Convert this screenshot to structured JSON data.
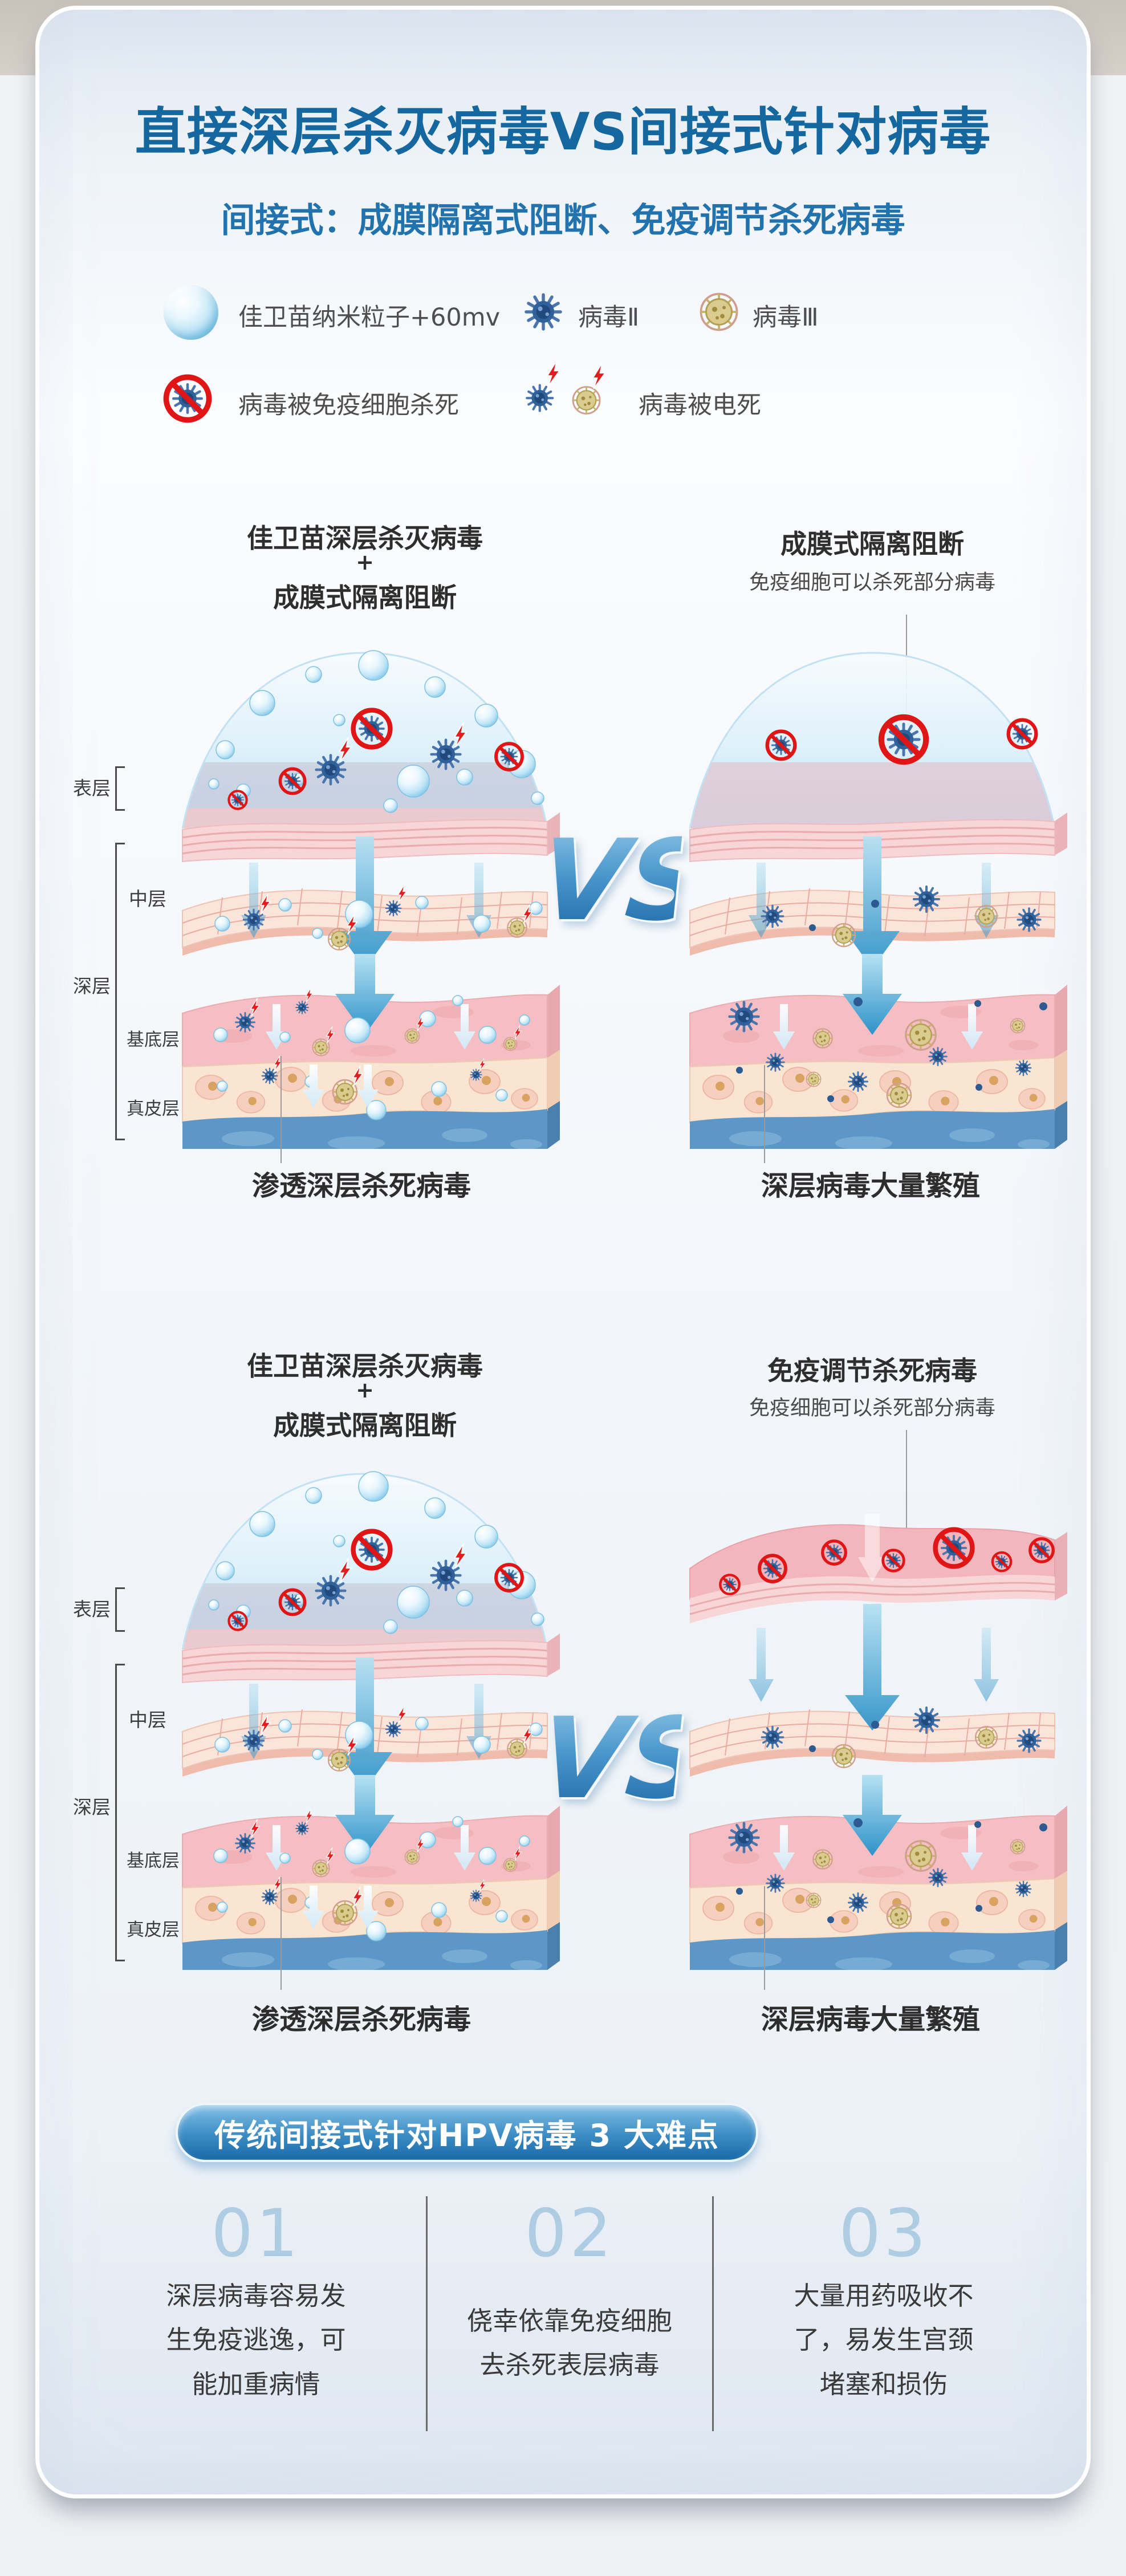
{
  "page": {
    "title": "直接深层杀灭病毒VS间接式针对病毒",
    "subtitle": "间接式：成膜隔离式阻断、免疫调节杀死病毒"
  },
  "legend": {
    "items": [
      {
        "icon": "nanoparticle-bubble-icon",
        "label": "佳卫苗纳米粒子+60mv"
      },
      {
        "icon": "virus-type2-icon",
        "label": "病毒Ⅱ"
      },
      {
        "icon": "virus-type3-icon",
        "label": "病毒Ⅲ"
      },
      {
        "icon": "virus-killed-by-immune-cell-icon",
        "label": "病毒被免疫细胞杀死"
      },
      {
        "icon": "virus-electrocuted-icon",
        "label": "病毒被电死"
      }
    ]
  },
  "skin_layers": {
    "surface": "表层",
    "middle": "中层",
    "deep": "深层",
    "basal": "基底层",
    "dermis": "真皮层"
  },
  "sections": [
    {
      "left_title_line1": "佳卫苗深层杀灭病毒",
      "left_plus": "+",
      "left_title_line2": "成膜式隔离阻断",
      "left_caption": "渗透深层杀死病毒",
      "vs": "VS",
      "right_title": "成膜式隔离阻断",
      "right_subtitle": "免疫细胞可以杀死部分病毒",
      "right_caption": "深层病毒大量繁殖"
    },
    {
      "left_title_line1": "佳卫苗深层杀灭病毒",
      "left_plus": "+",
      "left_title_line2": "成膜式隔离阻断",
      "left_caption": "渗透深层杀死病毒",
      "vs": "VS",
      "right_title": "免疫调节杀死病毒",
      "right_subtitle": "免疫细胞可以杀死部分病毒",
      "right_caption": "深层病毒大量繁殖"
    }
  ],
  "difficulties": {
    "heading": "传统间接式针对HPV病毒 3 大难点",
    "items": [
      {
        "number": "01",
        "lines": [
          "深层病毒容易发",
          "生免疫逃逸，可",
          "能加重病情"
        ]
      },
      {
        "number": "02",
        "lines": [
          "侥幸依靠免疫细胞",
          "去杀死表层病毒"
        ]
      },
      {
        "number": "03",
        "lines": [
          "大量用药吸收不",
          "了，易发生宫颈",
          "堵塞和损伤"
        ]
      }
    ]
  },
  "colors": {
    "title_blue": "#15679f",
    "subtitle_blue": "#2273ad",
    "pill_blue_top": "#76b8e2",
    "pill_blue_bottom": "#1c6cab",
    "number_blue": "#aecde2",
    "vs_blue": "#1b66a6",
    "prohibition_red": "#e01616",
    "outer_beige": "#cdc6bf"
  }
}
